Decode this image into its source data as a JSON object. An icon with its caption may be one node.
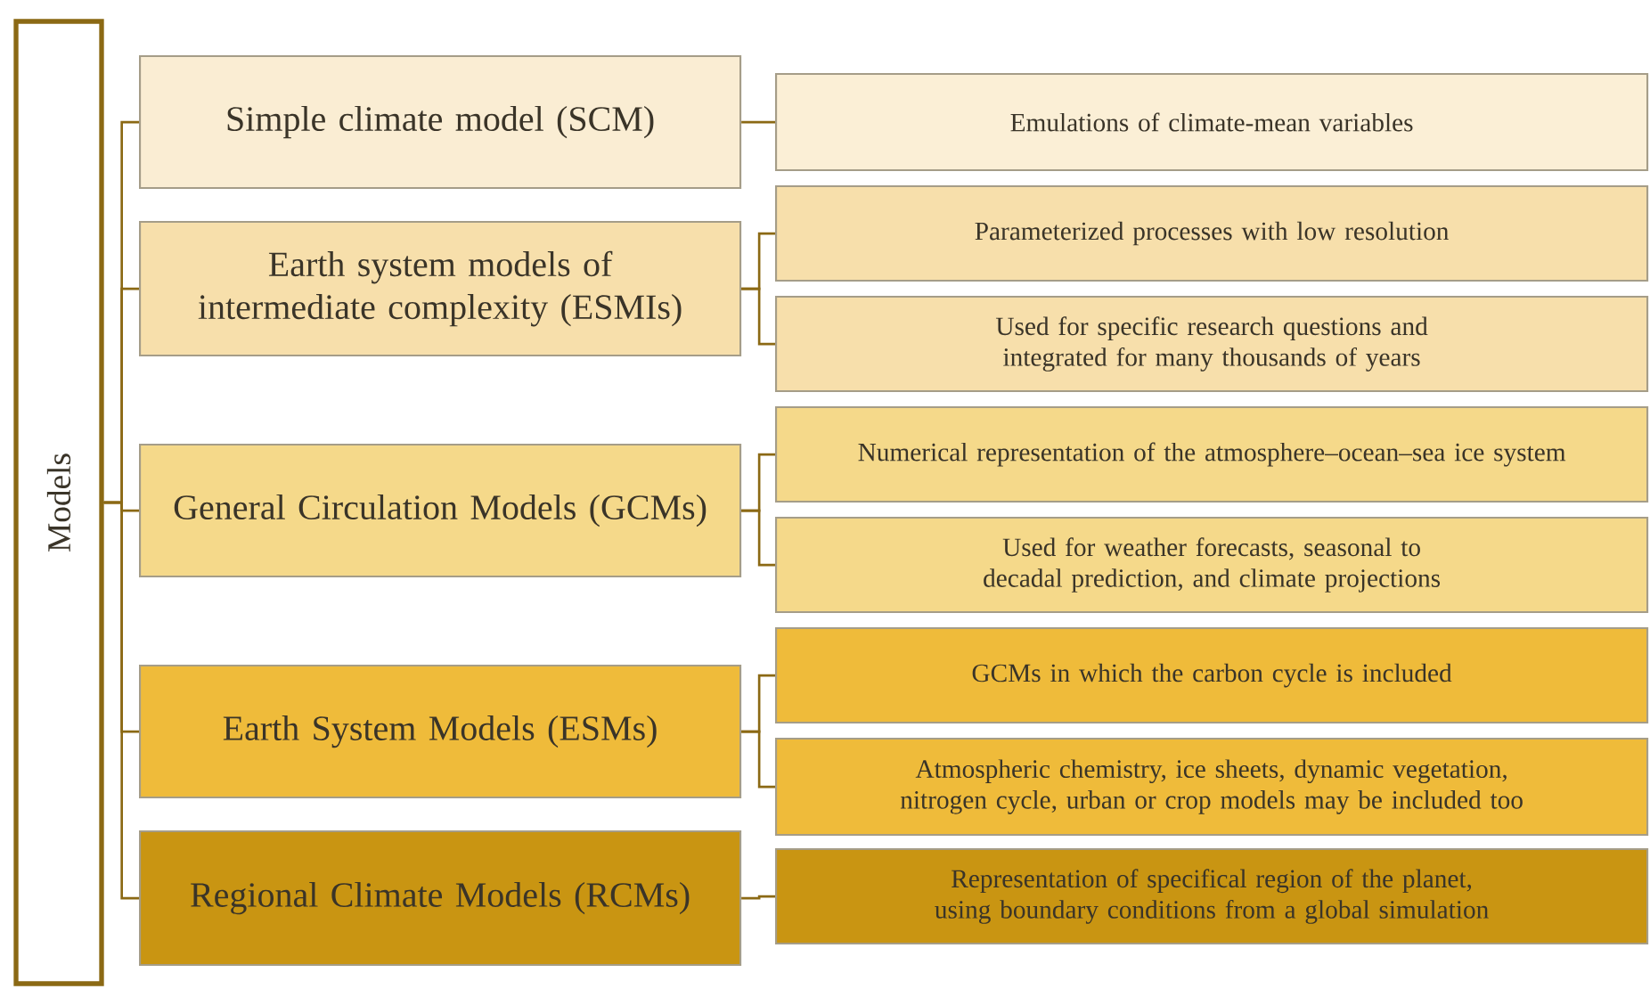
{
  "diagram": {
    "nodes": [
      {
        "text": [
          "Models"
        ]
      },
      {
        "text": [
          "Simple climate model (SCM)"
        ]
      },
      {
        "text": [
          "Earth system models of intermediate complexity (ESMIs)"
        ]
      },
      {
        "text": [
          "General Circulation Models (GCMs)"
        ]
      },
      {
        "text": [
          "Earth System Models (ESMs)"
        ]
      },
      {
        "text": [
          "Regional Climate Models (RCMs)"
        ]
      },
      {
        "text": [
          "Emulations of climate-mean variables"
        ]
      },
      {
        "text": [
          "Parameterized processes with low resolution"
        ]
      },
      {
        "text": [
          "Used for specific research questions and integrated for many thousands of years"
        ]
      },
      {
        "text": [
          "Numerical representation of the atmosphere–ocean–sea ice system"
        ]
      },
      {
        "text": [
          "Used for weather forecasts, seasonal to decadal prediction, and climate projections"
        ]
      },
      {
        "text": [
          "GCMs in which the carbon cycle is included"
        ]
      },
      {
        "text": [
          "Atmospheric chemistry, ice sheets, dynamic vegetation, nitrogen cycle, urban or crop models may be included too"
        ]
      },
      {
        "text": [
          "Representation of specifical region of the planet, using boundary conditions from a global simulation"
        ]
      }
    ],
    "edges": [
      {
        "from": 0,
        "to": 1,
        "arrow": "none"
      },
      {
        "from": 0,
        "to": 2,
        "arrow": "none"
      },
      {
        "from": 0,
        "to": 3,
        "arrow": "none"
      },
      {
        "from": 0,
        "to": 4,
        "arrow": "none"
      },
      {
        "from": 0,
        "to": 5,
        "arrow": "none"
      },
      {
        "from": 1,
        "to": 6,
        "arrow": "none"
      },
      {
        "from": 2,
        "to": 7,
        "arrow": "none"
      },
      {
        "from": 2,
        "to": 8,
        "arrow": "none"
      },
      {
        "from": 3,
        "to": 9,
        "arrow": "none"
      },
      {
        "from": 3,
        "to": 10,
        "arrow": "none"
      },
      {
        "from": 4,
        "to": 11,
        "arrow": "none"
      },
      {
        "from": 4,
        "to": 12,
        "arrow": "none"
      },
      {
        "from": 5,
        "to": 13,
        "arrow": "none"
      }
    ]
  }
}
